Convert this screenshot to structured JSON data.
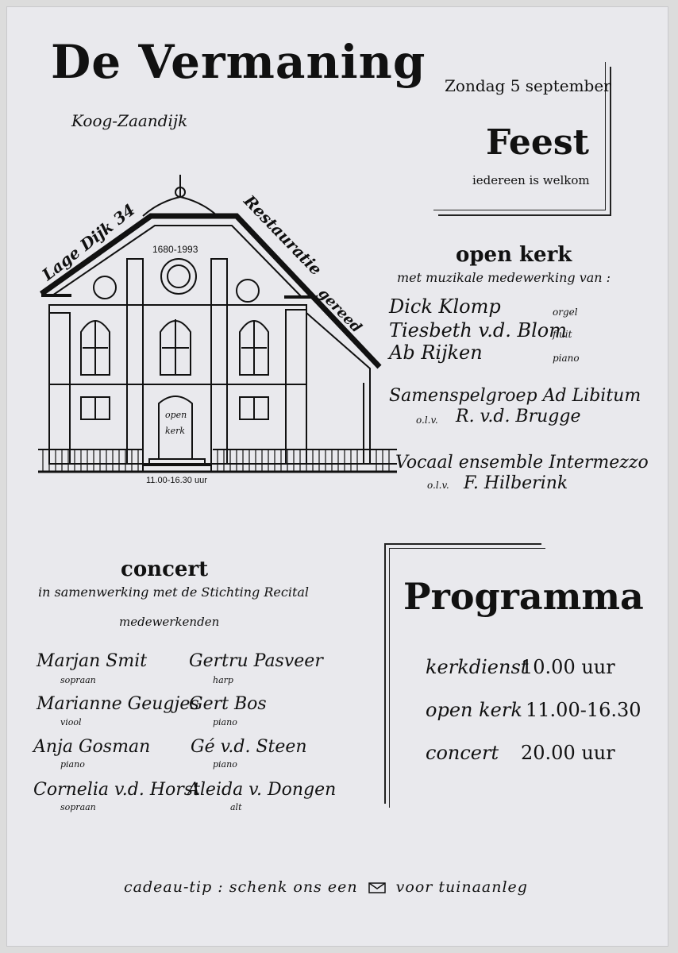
{
  "header": {
    "title": "De Vermaning",
    "location": "Koog-Zaandijk"
  },
  "event": {
    "date": "Zondag 5 september",
    "name": "Feest",
    "welcome": "iedereen is welkom"
  },
  "drawing": {
    "address": "Lage Dijk 34",
    "restoration_word1": "Restauratie",
    "restoration_word2": "gereed",
    "years": "1680-1993",
    "door_line1": "open",
    "door_line2": "kerk",
    "hours": "11.00-16.30 uur"
  },
  "open_kerk": {
    "heading": "open kerk",
    "subheading": "met muzikale medewerking van :",
    "musicians": [
      {
        "name": "Dick Klomp",
        "instrument": "orgel"
      },
      {
        "name": "Tiesbeth v.d. Blom",
        "instrument": "fluit"
      },
      {
        "name": "Ab Rijken",
        "instrument": "piano"
      }
    ],
    "groups": [
      {
        "name": "Samenspelgroep Ad Libitum",
        "olv_label": "o.l.v.",
        "leader": "R. v.d. Brugge"
      },
      {
        "name": "Vocaal ensemble Intermezzo",
        "olv_label": "o.l.v.",
        "leader": "F. Hilberink"
      }
    ]
  },
  "concert": {
    "heading": "concert",
    "cooperation": "in samenwerking met de Stichting Recital",
    "participants_label": "medewerkenden",
    "participants": [
      {
        "name": "Marjan Smit",
        "role": "sopraan"
      },
      {
        "name": "Gertru Pasveer",
        "role": "harp"
      },
      {
        "name": "Marianne Geugjes",
        "role": "viool"
      },
      {
        "name": "Gert Bos",
        "role": "piano"
      },
      {
        "name": "Anja Gosman",
        "role": "piano"
      },
      {
        "name": "Gé v.d. Steen",
        "role": "piano"
      },
      {
        "name": "Cornelia v.d. Horst",
        "role": "sopraan"
      },
      {
        "name": "Aleida v. Dongen",
        "role": "alt"
      }
    ]
  },
  "programma": {
    "heading": "Programma",
    "items": [
      {
        "label": "kerkdienst",
        "time": "10.00 uur"
      },
      {
        "label": "open kerk",
        "time": "11.00-16.30"
      },
      {
        "label": "concert",
        "time": "20.00 uur"
      }
    ]
  },
  "footer": {
    "tip_part1": "cadeau-tip : schenk ons een",
    "tip_part2": "voor tuinaanleg",
    "icon": "envelope-icon"
  }
}
